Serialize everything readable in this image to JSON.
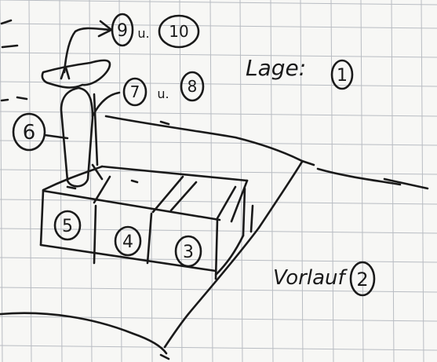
{
  "colors": {
    "paper": "#f7f7f5",
    "grid": "#b8bcc2",
    "ink": "#1a1a1a"
  },
  "labels": {
    "label_1": "1",
    "label_2": "2",
    "label_3": "3",
    "label_4": "4",
    "label_5": "5",
    "label_6": "6",
    "label_7": "7",
    "label_8": "8",
    "label_9": "9",
    "label_10": "10",
    "u_1": "u.",
    "u_2": "u.",
    "lage_text": "Lage:",
    "vorlauf_text": "Vorlauf"
  }
}
